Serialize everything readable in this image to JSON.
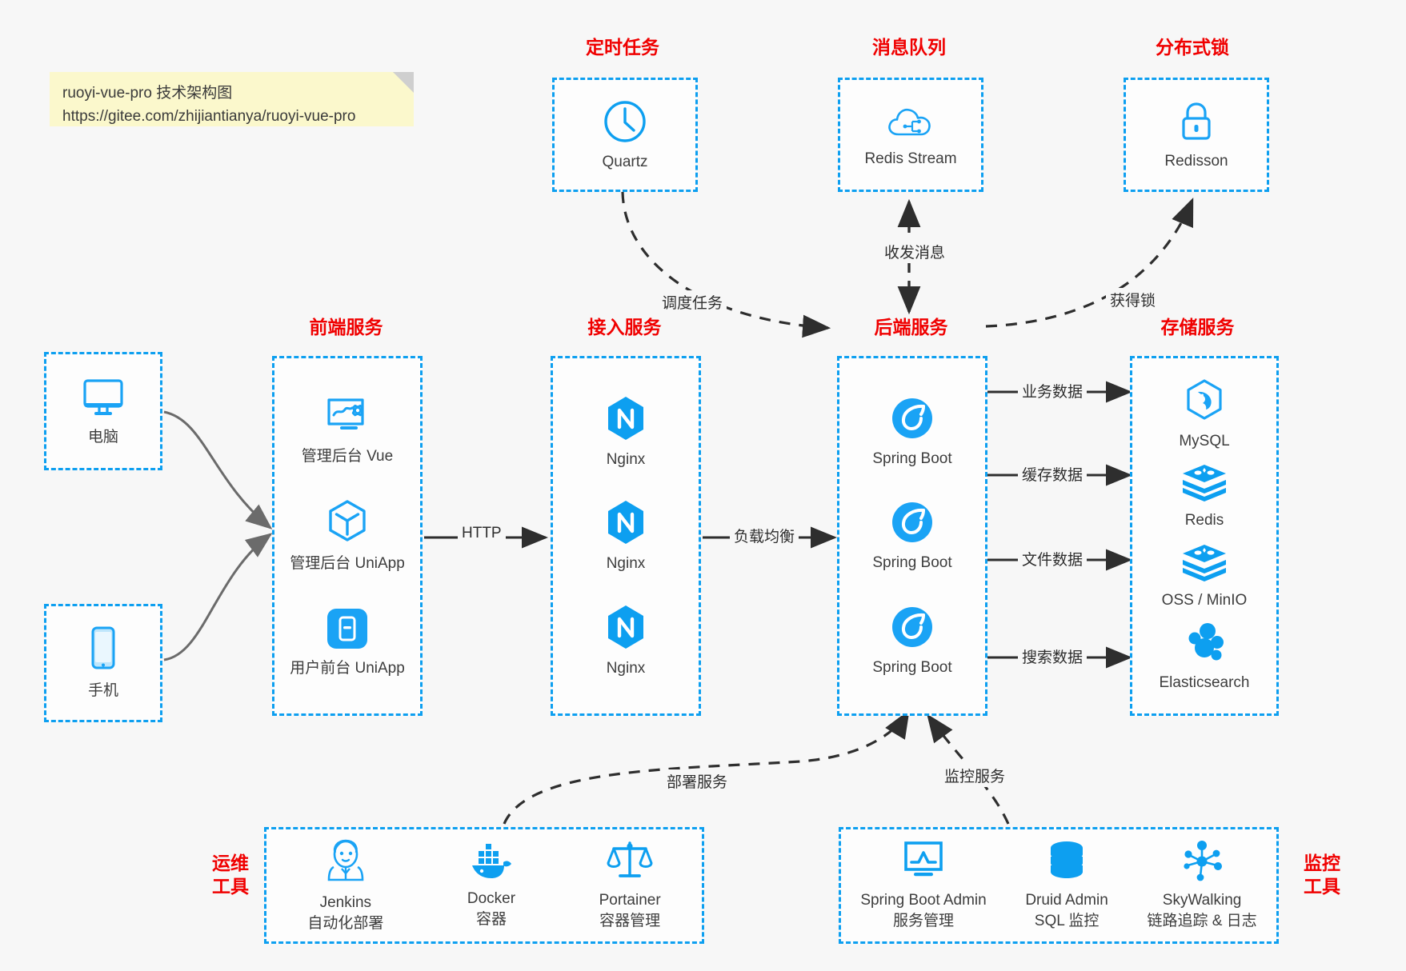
{
  "note": {
    "line1": "ruoyi-vue-pro 技术架构图",
    "line2": "https://gitee.com/zhijiantianya/ruoyi-vue-pro"
  },
  "colors": {
    "accent": "#0d9ff0",
    "title_red": "#f00000",
    "note_bg": "#fbf8cc",
    "canvas": "#f7f7f7",
    "arrow": "#3a3a3a"
  },
  "groups": {
    "scheduler": {
      "title": "定时任务"
    },
    "mq": {
      "title": "消息队列"
    },
    "lock": {
      "title": "分布式锁"
    },
    "frontend": {
      "title": "前端服务"
    },
    "gateway": {
      "title": "接入服务"
    },
    "backend": {
      "title": "后端服务"
    },
    "storage": {
      "title": "存储服务"
    },
    "devops": {
      "title": "运维\n工具",
      "line1": "运维",
      "line2": "工具"
    },
    "monitor": {
      "title": "监控\n工具",
      "line1": "监控",
      "line2": "工具"
    }
  },
  "nodes": {
    "quartz": {
      "label": "Quartz",
      "icon": "clock-icon"
    },
    "redis_stream": {
      "label": "Redis Stream",
      "icon": "cloud-network-icon"
    },
    "redisson": {
      "label": "Redisson",
      "icon": "lock-icon"
    },
    "computer": {
      "label": "电脑",
      "icon": "monitor-icon"
    },
    "phone": {
      "label": "手机",
      "icon": "mobile-icon"
    },
    "admin_vue": {
      "label": "管理后台 Vue",
      "icon": "dashboard-gear-icon"
    },
    "admin_uniapp": {
      "label": "管理后台 UniApp",
      "icon": "cube-icon"
    },
    "user_uniapp": {
      "label": "用户前台 UniApp",
      "icon": "app-window-icon"
    },
    "nginx1": {
      "label": "Nginx",
      "icon": "nginx-icon"
    },
    "nginx2": {
      "label": "Nginx",
      "icon": "nginx-icon"
    },
    "nginx3": {
      "label": "Nginx",
      "icon": "nginx-icon"
    },
    "springboot1": {
      "label": "Spring Boot",
      "icon": "spring-leaf-icon"
    },
    "springboot2": {
      "label": "Spring Boot",
      "icon": "spring-leaf-icon"
    },
    "springboot3": {
      "label": "Spring Boot",
      "icon": "spring-leaf-icon"
    },
    "mysql": {
      "label": "MySQL",
      "icon": "mysql-dolphin-icon"
    },
    "redis": {
      "label": "Redis",
      "icon": "redis-stack-icon"
    },
    "oss": {
      "label": "OSS / MinIO",
      "icon": "minio-stack-icon"
    },
    "elasticsearch": {
      "label": "Elasticsearch",
      "icon": "elasticsearch-cluster-icon"
    },
    "jenkins": {
      "name": "Jenkins",
      "desc": "自动化部署",
      "icon": "jenkins-butler-icon"
    },
    "docker": {
      "name": "Docker",
      "desc": "容器",
      "icon": "docker-whale-icon"
    },
    "portainer": {
      "name": "Portainer",
      "desc": "容器管理",
      "icon": "scales-icon"
    },
    "sba": {
      "name": "Spring Boot Admin",
      "desc": "服务管理",
      "icon": "monitor-chart-icon"
    },
    "druid": {
      "name": "Druid Admin",
      "desc": "SQL 监控",
      "icon": "database-icon"
    },
    "skywalking": {
      "name": "SkyWalking",
      "desc": "链路追踪 & 日志",
      "icon": "network-hub-icon"
    }
  },
  "edges": {
    "schedule_task": "调度任务",
    "send_recv_msg": "收发消息",
    "acquire_lock": "获得锁",
    "http": "HTTP",
    "load_balance": "负载均衡",
    "business_data": "业务数据",
    "cache_data": "缓存数据",
    "file_data": "文件数据",
    "search_data": "搜索数据",
    "deploy_service": "部署服务",
    "monitor_service": "监控服务"
  }
}
